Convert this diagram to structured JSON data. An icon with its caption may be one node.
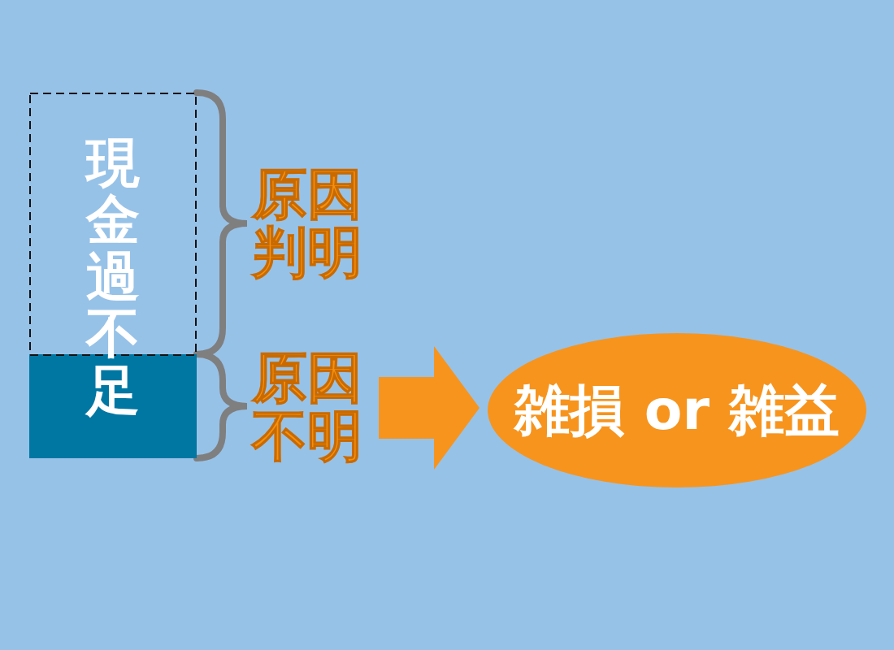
{
  "diagram": {
    "nodes": [
      {
        "text": [
          "現金過不足"
        ]
      },
      {
        "text": [
          "原因不明"
        ]
      },
      {
        "text": [
          "雑損 or 雑益"
        ]
      }
    ],
    "edges": [
      {
        "from": 1,
        "to": 2,
        "arrow": "to"
      }
    ],
    "labels": [
      "原因判明"
    ]
  }
}
